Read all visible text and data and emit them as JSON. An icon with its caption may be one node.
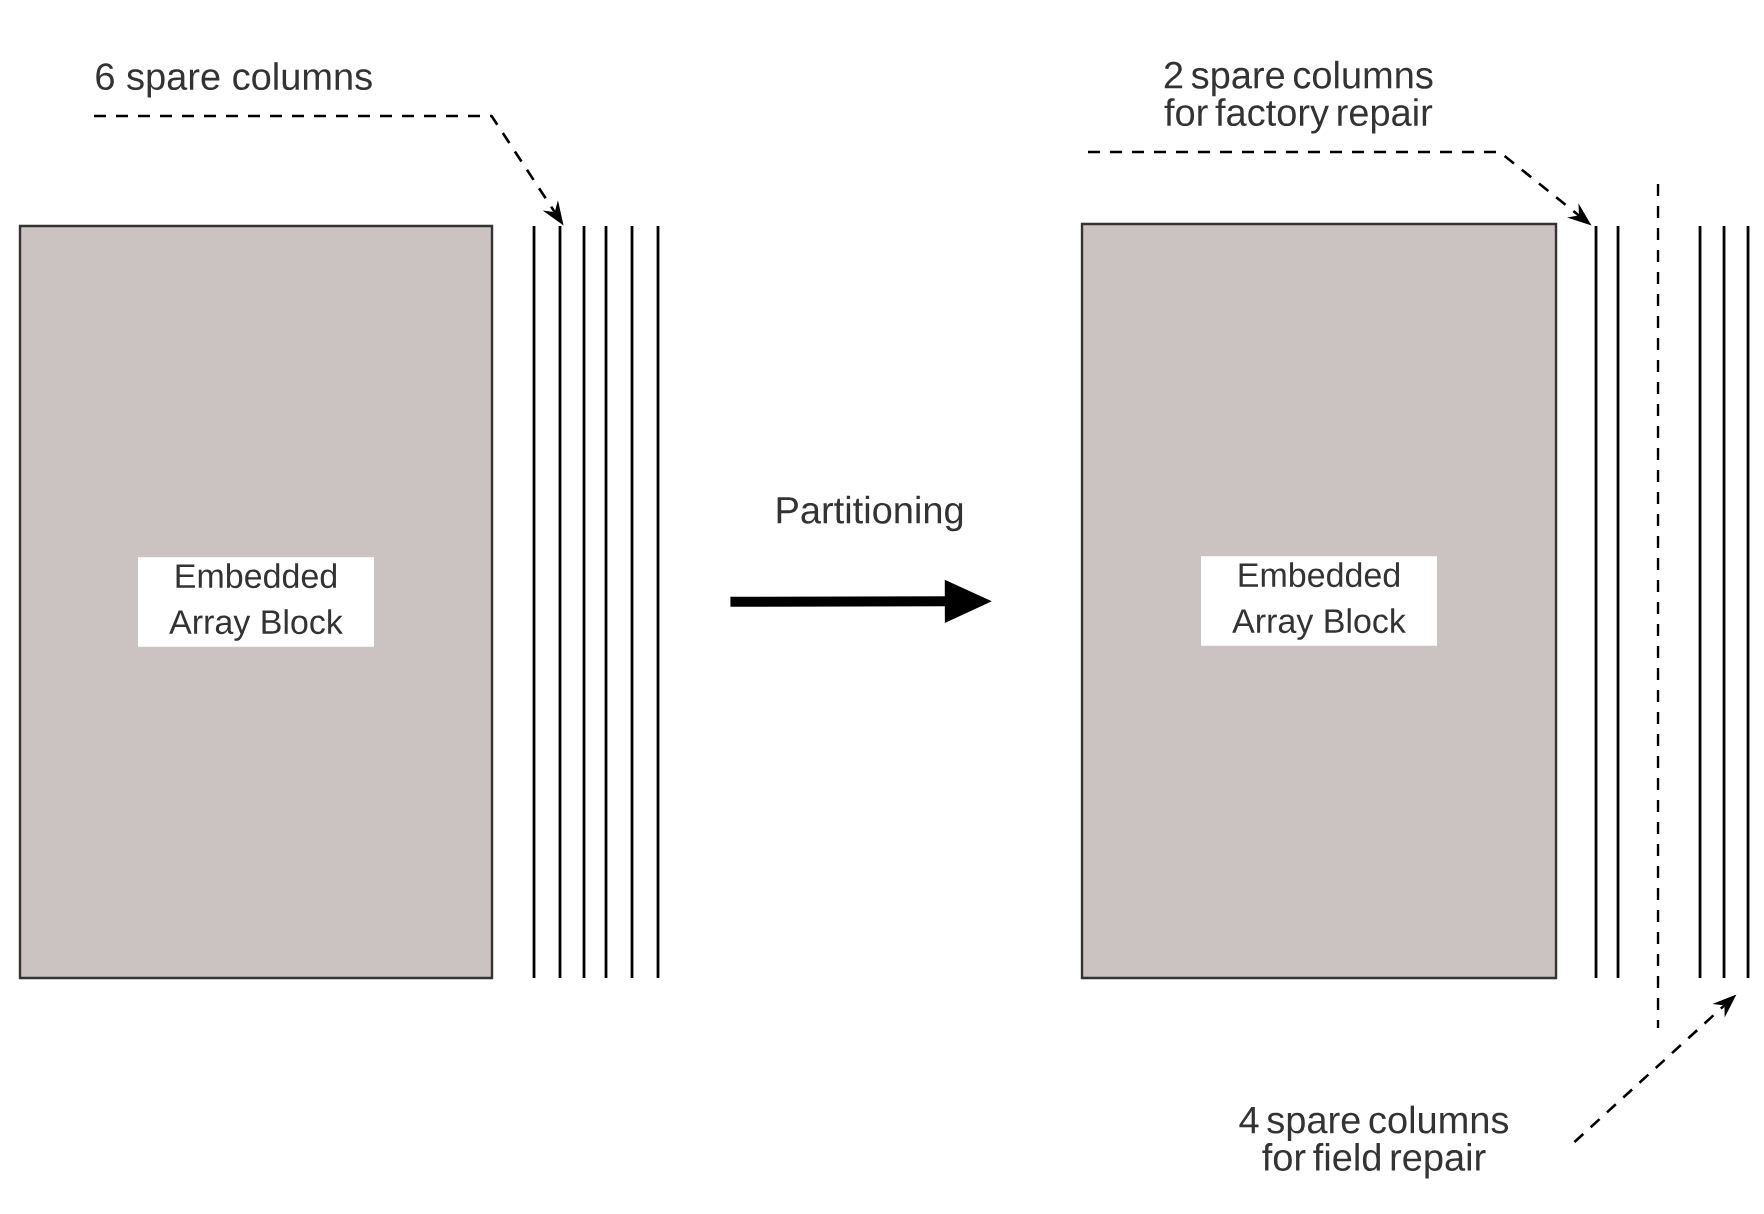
{
  "diagram": {
    "nodes": [
      {
        "text": [
          "Embedded Array Block"
        ]
      },
      {
        "text": [],
        "shape": "bar"
      },
      {
        "text": [
          "6 spare columns"
        ]
      },
      {
        "text": [
          "Embedded Array Block"
        ]
      },
      {
        "text": [],
        "shape": "bar"
      },
      {
        "text": [],
        "shape": "bar"
      },
      {
        "text": [
          "2 spare columns for factory repair"
        ]
      },
      {
        "text": [
          "4 spare columns for field repair"
        ]
      }
    ],
    "edges": [
      {
        "from": 2,
        "to": 1,
        "arrow": "to",
        "style": "dashed"
      },
      {
        "from": 1,
        "to": 3,
        "arrow": "to",
        "style": "thick",
        "label": "Partitioning"
      },
      {
        "from": 6,
        "to": 4,
        "arrow": "to",
        "style": "dashed"
      },
      {
        "from": 7,
        "to": 5,
        "arrow": "to",
        "style": "dashed"
      }
    ]
  }
}
